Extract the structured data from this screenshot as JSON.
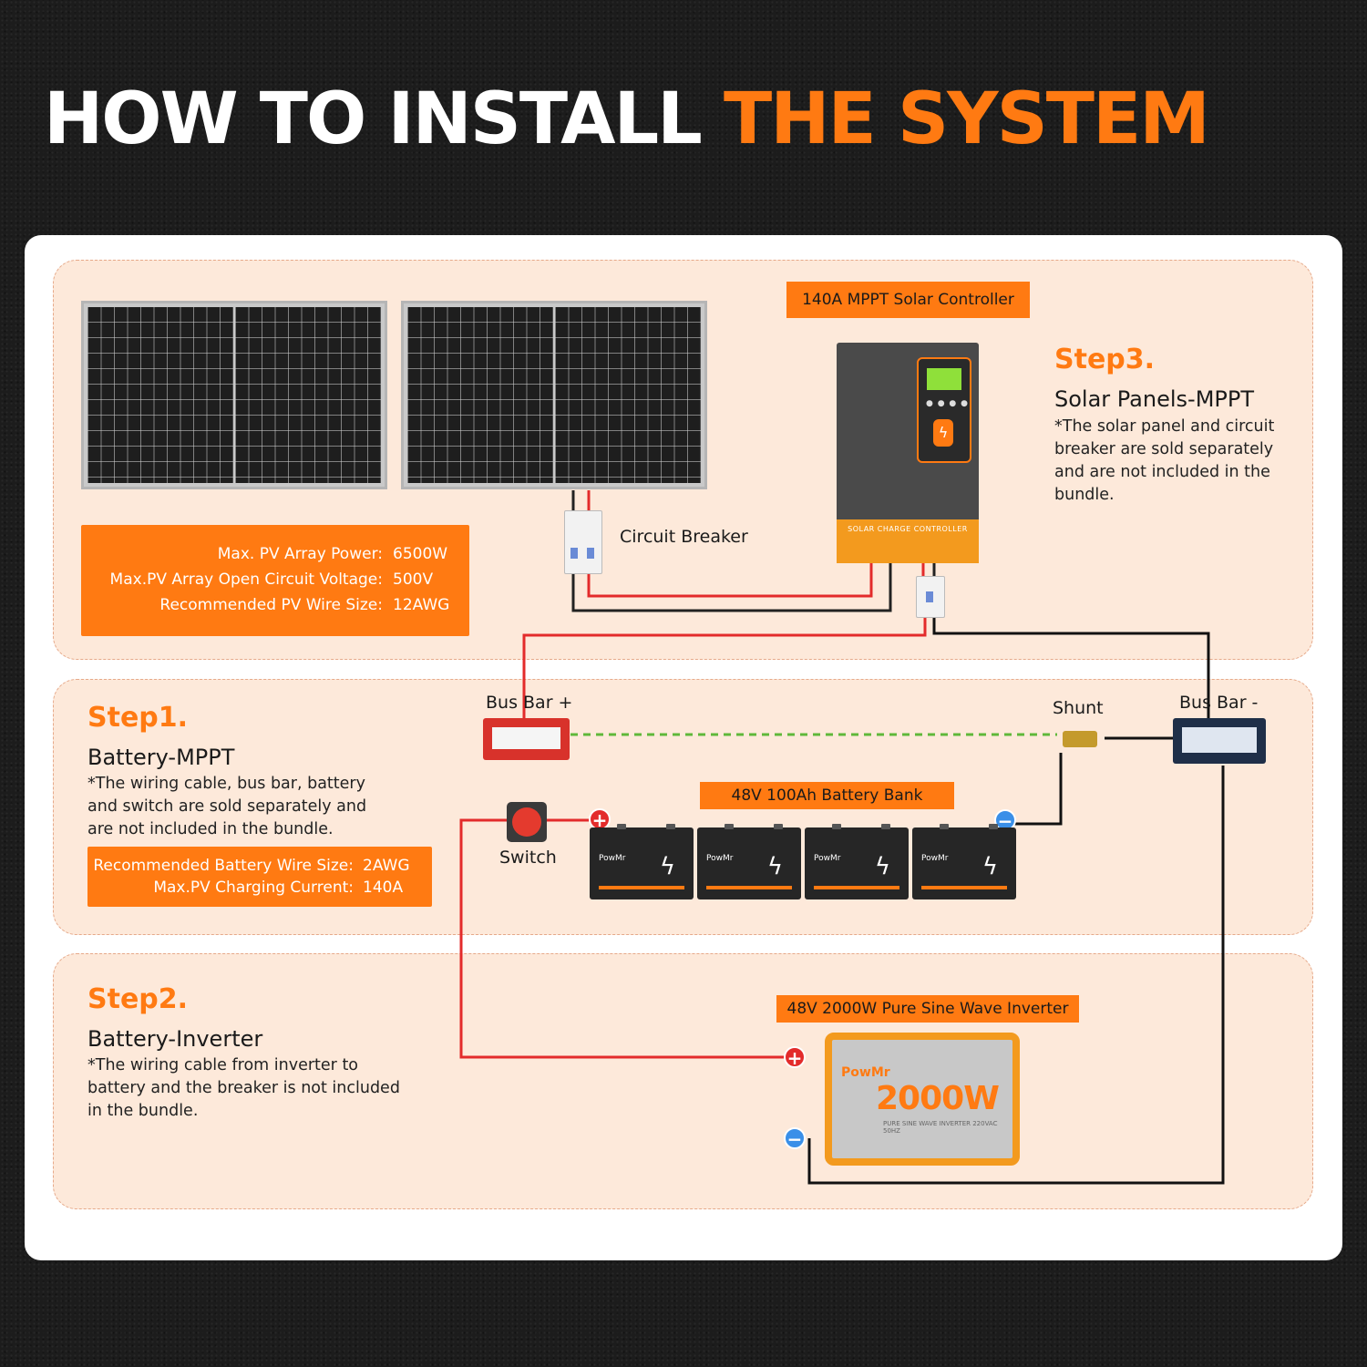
{
  "headline": {
    "white": "HOW TO INSTALL",
    "orange": "THE SYSTEM"
  },
  "top_section": {
    "controller_tag": "140A MPPT Solar Controller",
    "step3": {
      "title": "Step3.",
      "subtitle": "Solar Panels-MPPT",
      "note": "*The solar panel and circuit\nbreaker are sold separately\nand are not included in the\nbundle."
    },
    "circuit_breaker_label": "Circuit Breaker",
    "controller_base_text": "SOLAR CHARGE CONTROLLER",
    "pv_specs": [
      {
        "label": "Max. PV Array Power:",
        "value": "6500W"
      },
      {
        "label": "Max.PV Array Open Circuit Voltage:",
        "value": "500V"
      },
      {
        "label": "Recommended PV Wire Size:",
        "value": "12AWG"
      }
    ]
  },
  "middle_section": {
    "step1": {
      "title": "Step1.",
      "subtitle": "Battery-MPPT",
      "note": "*The wiring cable, bus bar, battery\nand switch are sold separately and\nare not included in the bundle."
    },
    "battery_specs": [
      {
        "label": "Recommended Battery Wire Size:",
        "value": "2AWG"
      },
      {
        "label": "Max.PV Charging Current:",
        "value": "140A"
      }
    ],
    "bus_bar_pos": "Bus Bar +",
    "bus_bar_neg": "Bus Bar -",
    "shunt": "Shunt",
    "battery_bank_tag": "48V 100Ah Battery Bank",
    "switch": "Switch",
    "battery_brand": "PowMr"
  },
  "bottom_section": {
    "step2": {
      "title": "Step2.",
      "subtitle": "Battery-Inverter",
      "note": "*The wiring cable from inverter to\nbattery and the breaker is not included\nin the bundle."
    },
    "inverter_tag": "48V 2000W Pure Sine Wave Inverter",
    "inverter_brand": "PowMr",
    "inverter_power": "2000W",
    "inverter_sub": "PURE SINE WAVE INVERTER 220VAC 50HZ"
  },
  "colors": {
    "accent": "#ff7a12",
    "section_bg": "#fde9da",
    "positive_wire": "#e32b2b",
    "negative_wire": "#111111",
    "ground_wire": "#5fb83a"
  }
}
